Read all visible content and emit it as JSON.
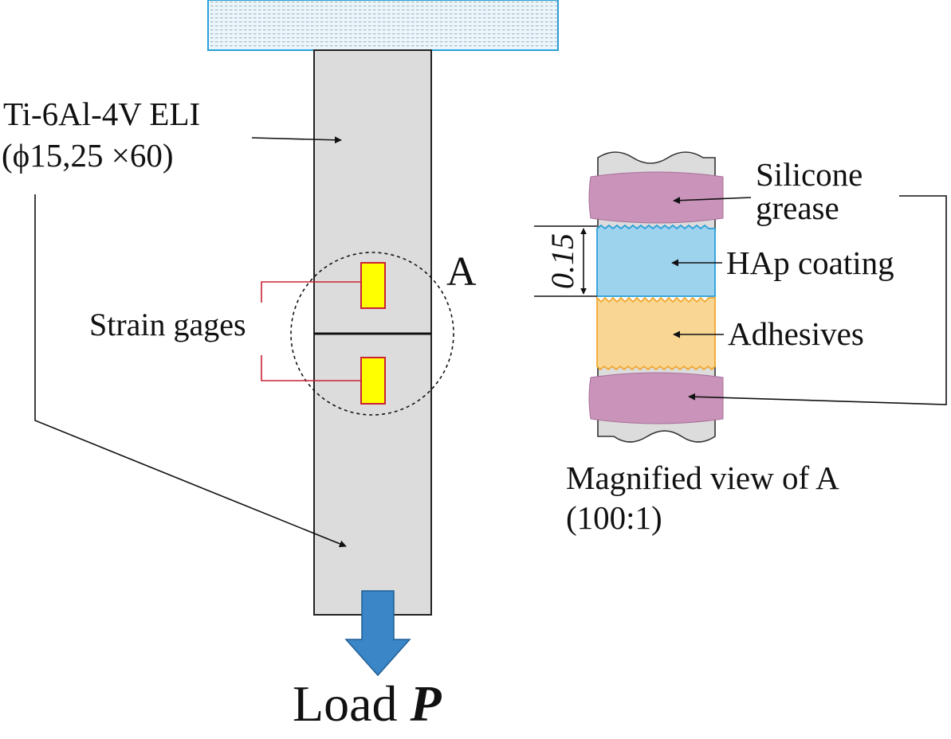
{
  "labels": {
    "material_line1": "Ti-6Al-4V ELI",
    "material_line2": "(ϕ15,25 ×60)",
    "detail_marker": "A",
    "strain_gages": "Strain gages",
    "load_text": "Load ",
    "load_symbol": "P",
    "silicone_line1": "Silicone",
    "silicone_line2": "grease",
    "hap_coating": "HAp coating",
    "adhesives": "Adhesives",
    "magnified_line1": "Magnified view of A",
    "magnified_line2": "(100:1)",
    "thickness_dimension": "0.15"
  },
  "colors": {
    "specimen_fill": "#dcdcdc",
    "fixture_stroke": "#2a9fd8",
    "fixture_fill": "#e9f6fd",
    "gage_fill": "#ffff00",
    "gage_stroke": "#cc2233",
    "load_arrow": "#3a86c6",
    "silicone_fill": "#c993ba",
    "hap_fill": "#9ed3ee",
    "hap_stroke": "#2a9fd8",
    "adhesive_fill": "#f9d694",
    "adhesive_stroke": "#f0a830"
  }
}
